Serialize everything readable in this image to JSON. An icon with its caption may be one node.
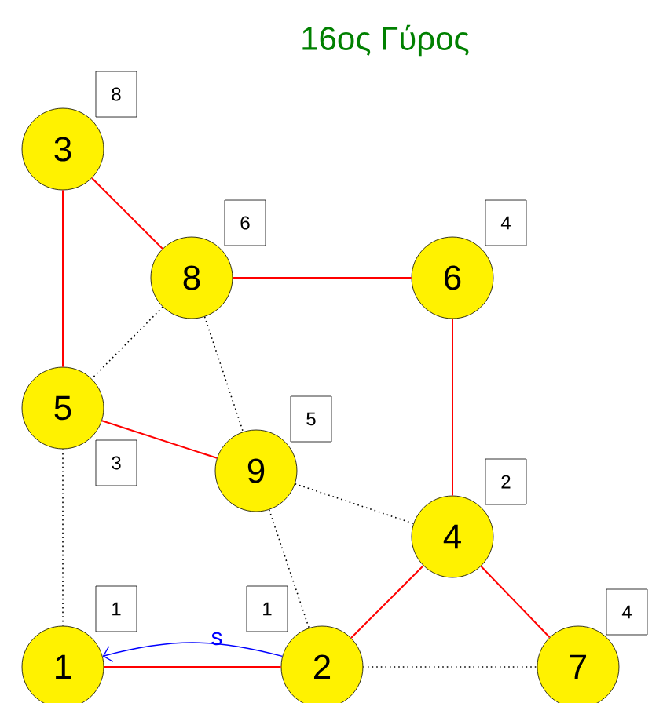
{
  "diagram": {
    "title": "16ος Γύρος",
    "nodes": [
      {
        "text": [
          "3"
        ],
        "beside": [
          "8"
        ]
      },
      {
        "text": [
          "8"
        ],
        "beside": [
          "6"
        ]
      },
      {
        "text": [
          "6"
        ],
        "beside": [
          "4"
        ]
      },
      {
        "text": [
          "5"
        ],
        "beside": [
          "3"
        ]
      },
      {
        "text": [
          "9"
        ],
        "beside": [
          "5"
        ]
      },
      {
        "text": [
          "4"
        ],
        "beside": [
          "2"
        ]
      },
      {
        "text": [
          "1"
        ],
        "beside": [
          "1"
        ]
      },
      {
        "text": [
          "2"
        ],
        "beside": [
          "1"
        ]
      },
      {
        "text": [
          "7"
        ],
        "beside": [
          "4"
        ]
      }
    ],
    "edges": [
      {
        "from": 0,
        "to": 1,
        "arrow": "none"
      },
      {
        "from": 0,
        "to": 3,
        "arrow": "none"
      },
      {
        "from": 1,
        "to": 2,
        "arrow": "none"
      },
      {
        "from": 1,
        "to": 3,
        "arrow": "none",
        "style": "dashed",
        "color": "#000000"
      },
      {
        "from": 1,
        "to": 4,
        "arrow": "none",
        "style": "dashed",
        "color": "#000000"
      },
      {
        "from": 2,
        "to": 5,
        "arrow": "none"
      },
      {
        "from": 3,
        "to": 4,
        "arrow": "none"
      },
      {
        "from": 3,
        "to": 6,
        "arrow": "none",
        "style": "dashed",
        "color": "#000000"
      },
      {
        "from": 4,
        "to": 5,
        "arrow": "none",
        "style": "dashed",
        "color": "#000000"
      },
      {
        "from": 4,
        "to": 7,
        "arrow": "none",
        "style": "dashed",
        "color": "#000000"
      },
      {
        "from": 5,
        "to": 7,
        "arrow": "none"
      },
      {
        "from": 5,
        "to": 8,
        "arrow": "none"
      },
      {
        "from": 6,
        "to": 7,
        "arrow": "none"
      },
      {
        "from": 7,
        "to": 8,
        "arrow": "none",
        "style": "dashed",
        "color": "#000000"
      },
      {
        "from": 7,
        "to": 6,
        "arrow": "to",
        "label": "s",
        "color": "#0000ff"
      }
    ]
  }
}
